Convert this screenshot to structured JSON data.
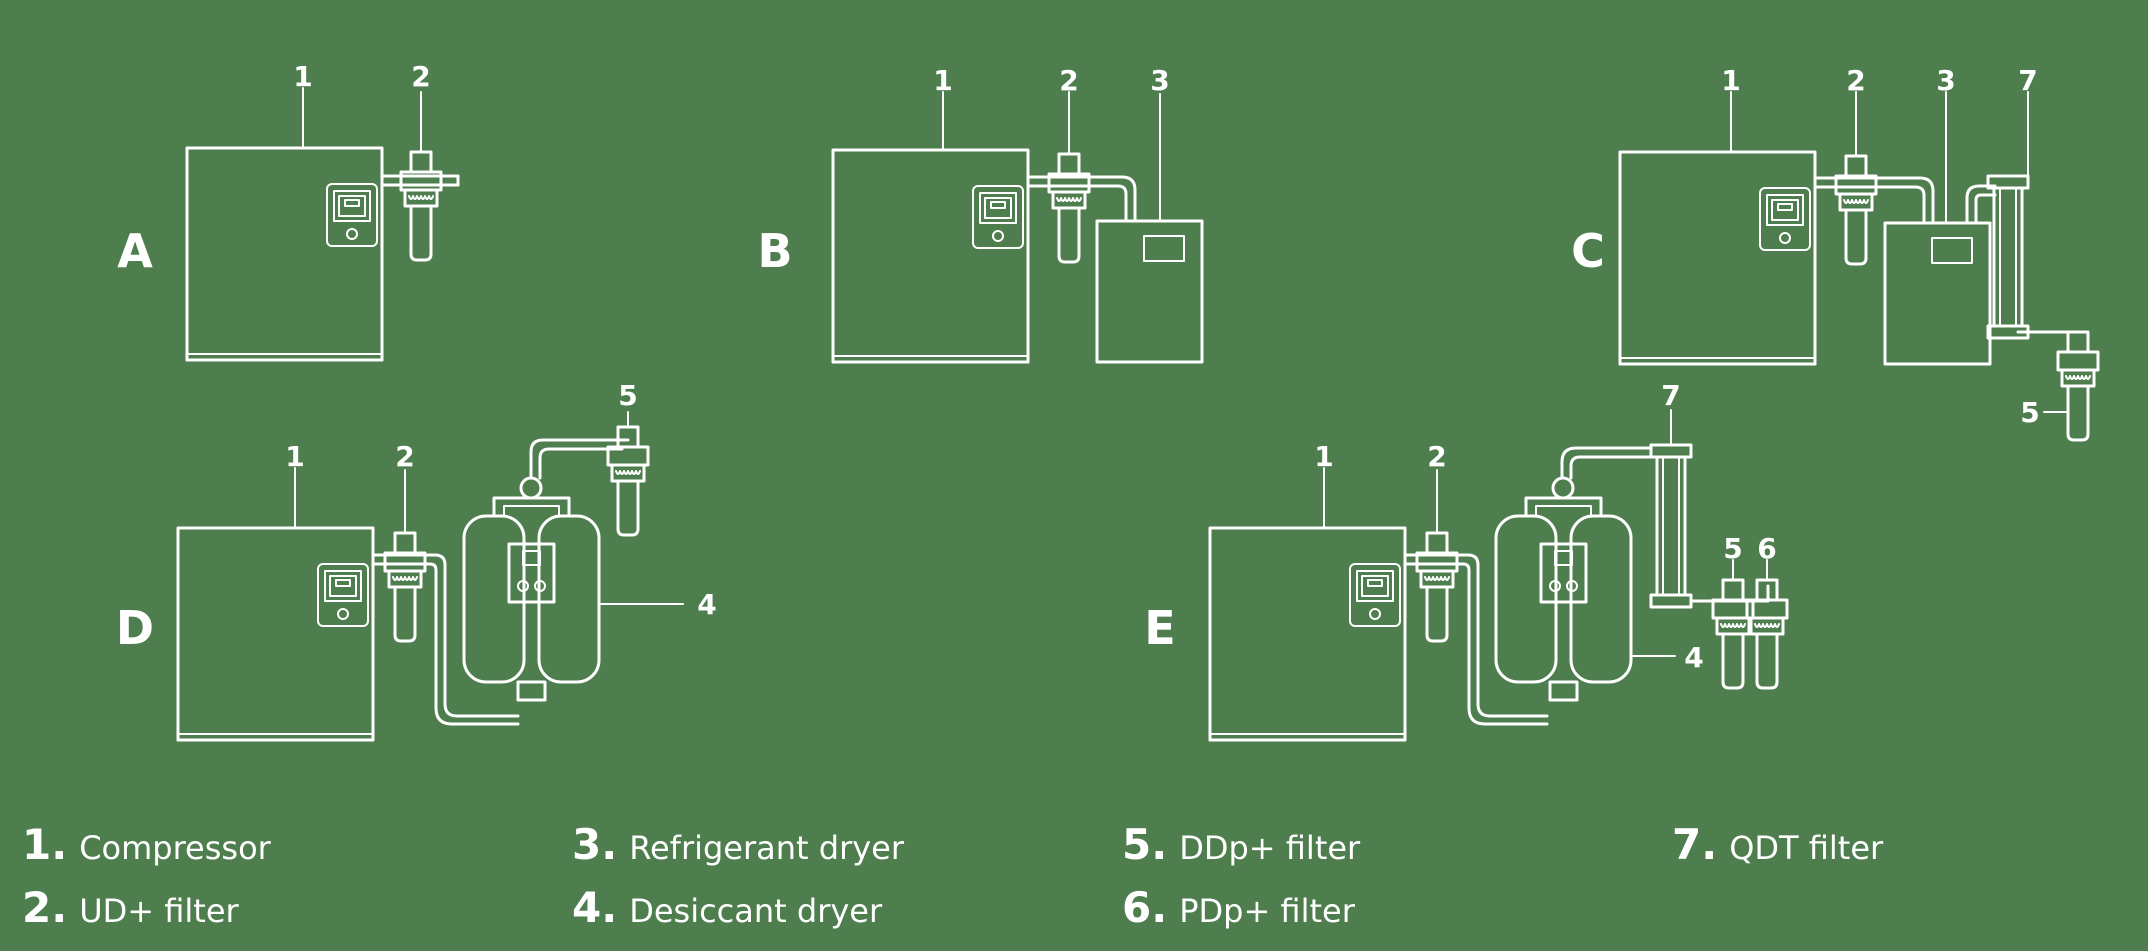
{
  "callout_numbers": [
    "1",
    "2",
    "3",
    "4",
    "5",
    "6",
    "7"
  ],
  "configurations": [
    {
      "id": "A",
      "letter": "A"
    },
    {
      "id": "B",
      "letter": "B"
    },
    {
      "id": "C",
      "letter": "C"
    },
    {
      "id": "D",
      "letter": "D"
    },
    {
      "id": "E",
      "letter": "E"
    }
  ],
  "legend": [
    {
      "num": "1.",
      "label": "Compressor"
    },
    {
      "num": "2.",
      "label": "UD+ filter"
    },
    {
      "num": "3.",
      "label": "Refrigerant dryer"
    },
    {
      "num": "4.",
      "label": "Desiccant dryer"
    },
    {
      "num": "5.",
      "label": "DDp+ filter"
    },
    {
      "num": "6.",
      "label": "PDp+ filter"
    },
    {
      "num": "7.",
      "label": "QDT filter"
    }
  ],
  "colors": {
    "background": "#4e7d4e",
    "line": "#ffffff"
  }
}
